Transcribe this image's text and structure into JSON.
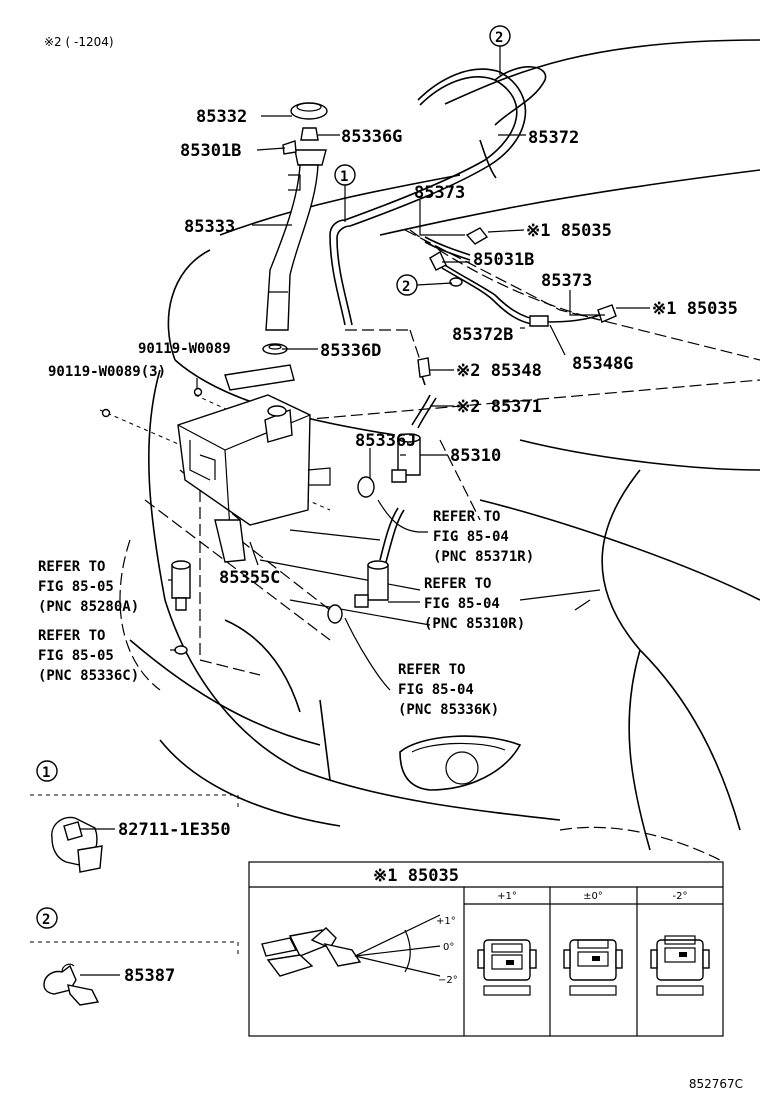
{
  "header": {
    "note": "※2 (   -1204)"
  },
  "parts": {
    "p85332": "85332",
    "p85336G": "85336G",
    "p85301B": "85301B",
    "p85372": "85372",
    "p85333": "85333",
    "p85373a": "85373",
    "p85035a": "※1 85035",
    "p85031B": "85031B",
    "p85373b": "85373",
    "p85035b": "※1 85035",
    "p85372B": "85372B",
    "p85348G": "85348G",
    "p90119a": "90119-W0089",
    "p85336D": "85336D",
    "p90119b": "90119-W0089(3)",
    "p85348": "※2 85348",
    "p85371": "※2 85371",
    "p85336J": "85336J",
    "p85310": "85310",
    "p85355C": "85355C"
  },
  "refs": {
    "r1": [
      "REFER TO",
      "FIG 85-04",
      "(PNC 85371R)"
    ],
    "r2": [
      "REFER TO",
      "FIG 85-05",
      "(PNC 85280A)"
    ],
    "r3": [
      "REFER TO",
      "FIG 85-04",
      "(PNC 85310R)"
    ],
    "r4": [
      "REFER TO",
      "FIG 85-05",
      "(PNC 85336C)"
    ],
    "r5": [
      "REFER TO",
      "FIG 85-04",
      "(PNC 85336K)"
    ]
  },
  "callouts": {
    "c1": "1",
    "c2": "2"
  },
  "inset1": {
    "num": "1",
    "part": "82711-1E350"
  },
  "inset2": {
    "num": "2",
    "part": "85387"
  },
  "table": {
    "title": "※1 85035",
    "cols": [
      "+1°",
      "±0°",
      "-2°"
    ],
    "angles": [
      "+1°",
      "0°",
      "−2°"
    ]
  },
  "figure_id": "852767C"
}
